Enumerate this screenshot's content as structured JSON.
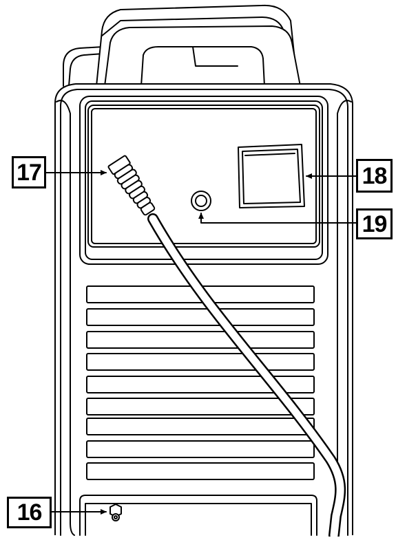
{
  "callouts": [
    {
      "id": "c16",
      "label": "16",
      "part": "gas-inlet-connector"
    },
    {
      "id": "c17",
      "label": "17",
      "part": "power-cable-gland"
    },
    {
      "id": "c18",
      "label": "18",
      "part": "main-switch"
    },
    {
      "id": "c19",
      "label": "19",
      "part": "rear-socket"
    }
  ]
}
